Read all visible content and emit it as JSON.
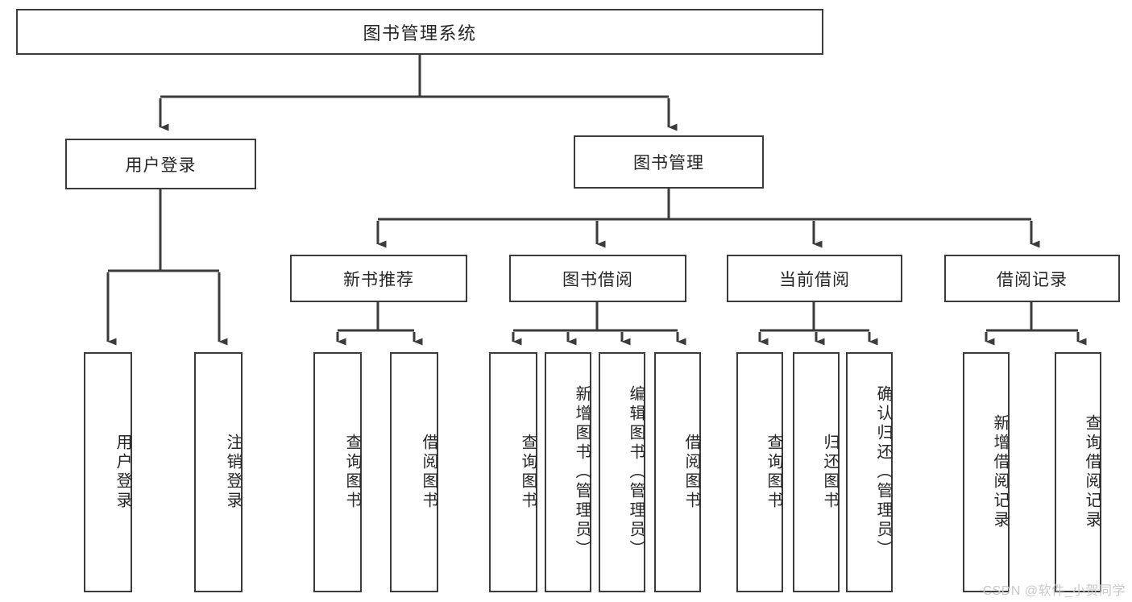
{
  "diagram": {
    "type": "tree",
    "title": "图书管理系统",
    "watermark": "CSDN @软件_小贺同学",
    "colors": {
      "border": "#3b3b3b",
      "text": "#262626",
      "background": "#ffffff",
      "watermark": "#c9c9c9"
    },
    "nodes": {
      "root": "图书管理系统",
      "level2": [
        "用户登录",
        "图书管理"
      ],
      "level3": [
        "新书推荐",
        "图书借阅",
        "当前借阅",
        "借阅记录"
      ],
      "leaves_user_login": [
        "用户登录",
        "注销登录"
      ],
      "leaves_new_book": [
        "查询图书",
        "借阅图书"
      ],
      "leaves_borrow": [
        "查询图书",
        "新增图书（管理员）",
        "编辑图书（管理员）",
        "借阅图书"
      ],
      "leaves_current": [
        "查询图书",
        "归还图书",
        "确认归还（管理员）"
      ],
      "leaves_record": [
        "新增借阅记录",
        "查询借阅记录"
      ]
    }
  }
}
